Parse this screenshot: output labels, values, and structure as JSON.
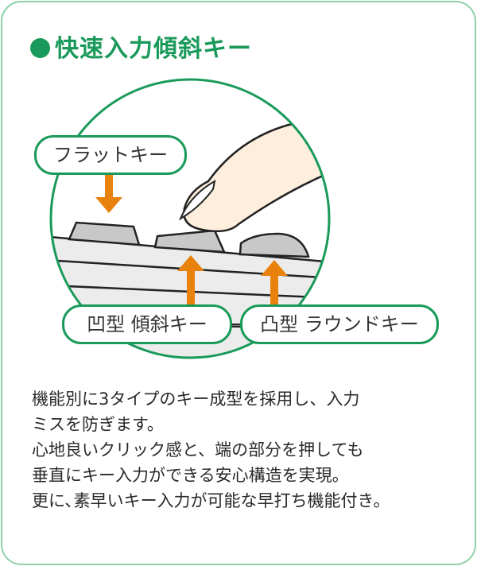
{
  "title": "快速入力傾斜キー",
  "colors": {
    "accent_green": "#1a9a5a",
    "arrow_orange": "#e8820c",
    "border_green": "#8fd0aa",
    "key_gray": "#c8c8c8",
    "finger": "#fdeedd"
  },
  "labels": {
    "flat_key": "フラットキー",
    "concave_key": "凹型 傾斜キー",
    "convex_key": "凸型 ラウンドキー"
  },
  "description_lines": [
    "機能別に3タイプのキー成型を採用し、入力",
    "ミスを防ぎます。",
    "心地良いクリック感と、端の部分を押しても",
    "垂直にキー入力ができる安心構造を実現。",
    "更に､素早いキー入力が可能な早打ち機能付き。"
  ]
}
